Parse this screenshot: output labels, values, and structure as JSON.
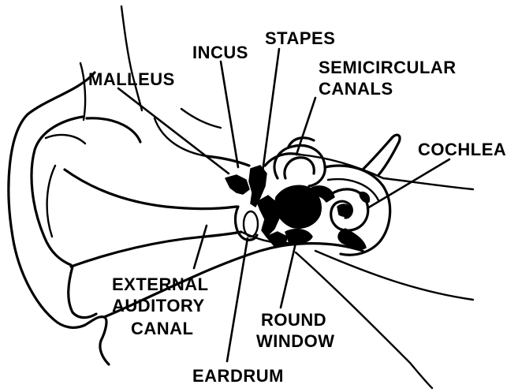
{
  "diagram": {
    "labels": {
      "malleus": "MALLEUS",
      "incus": "INCUS",
      "stapes": "STAPES",
      "semicircular_1": "SEMICIRCULAR",
      "semicircular_2": "CANALS",
      "cochlea": "COCHLEA",
      "external_1": "EXTERNAL",
      "external_2": "AUDITORY",
      "external_3": "CANAL",
      "round_1": "ROUND",
      "round_2": "WINDOW",
      "eardrum": "EARDRUM"
    }
  }
}
